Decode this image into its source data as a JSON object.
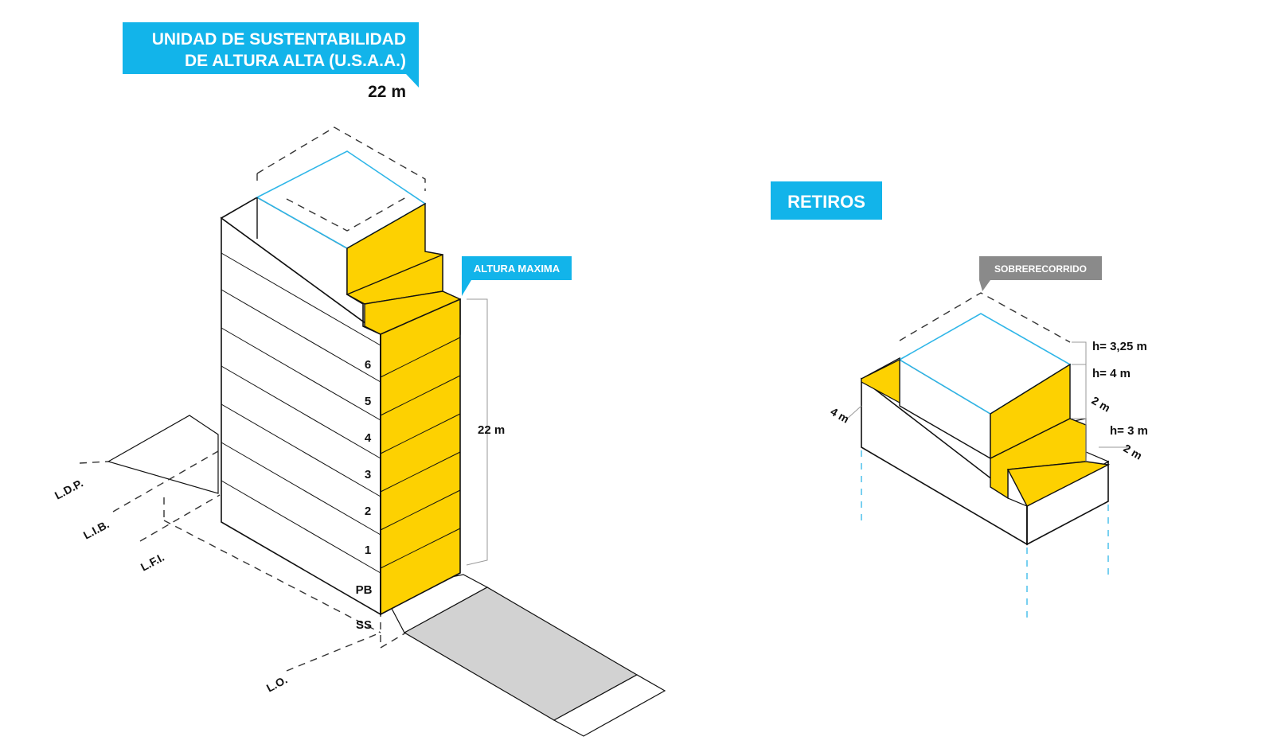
{
  "colors": {
    "accent": "#12b4ea",
    "yellow": "#fdd101",
    "grey_tag": "#8a8a8a",
    "ground": "#d2d2d2",
    "line": "#111111"
  },
  "left": {
    "title_line1": "UNIDAD DE SUSTENTABILIDAD",
    "title_line2": "DE ALTURA ALTA (U.S.A.A.)",
    "height_value": "22 m",
    "max_height_tag": "ALTURA MAXIMA",
    "dimension_label": "22 m",
    "floors": [
      "6",
      "5",
      "4",
      "3",
      "2",
      "1",
      "PB",
      "SS"
    ],
    "lines": [
      "L.D.P.",
      "L.I.B.",
      "L.F.I.",
      "L.O."
    ]
  },
  "right": {
    "title": "RETIROS",
    "tag": "SOBRERECORRIDO",
    "h1": "h= 3,25 m",
    "h2": "h= 4 m",
    "h3": "h= 3 m",
    "d1": "2 m",
    "d2": "2 m",
    "depth": "4 m"
  }
}
